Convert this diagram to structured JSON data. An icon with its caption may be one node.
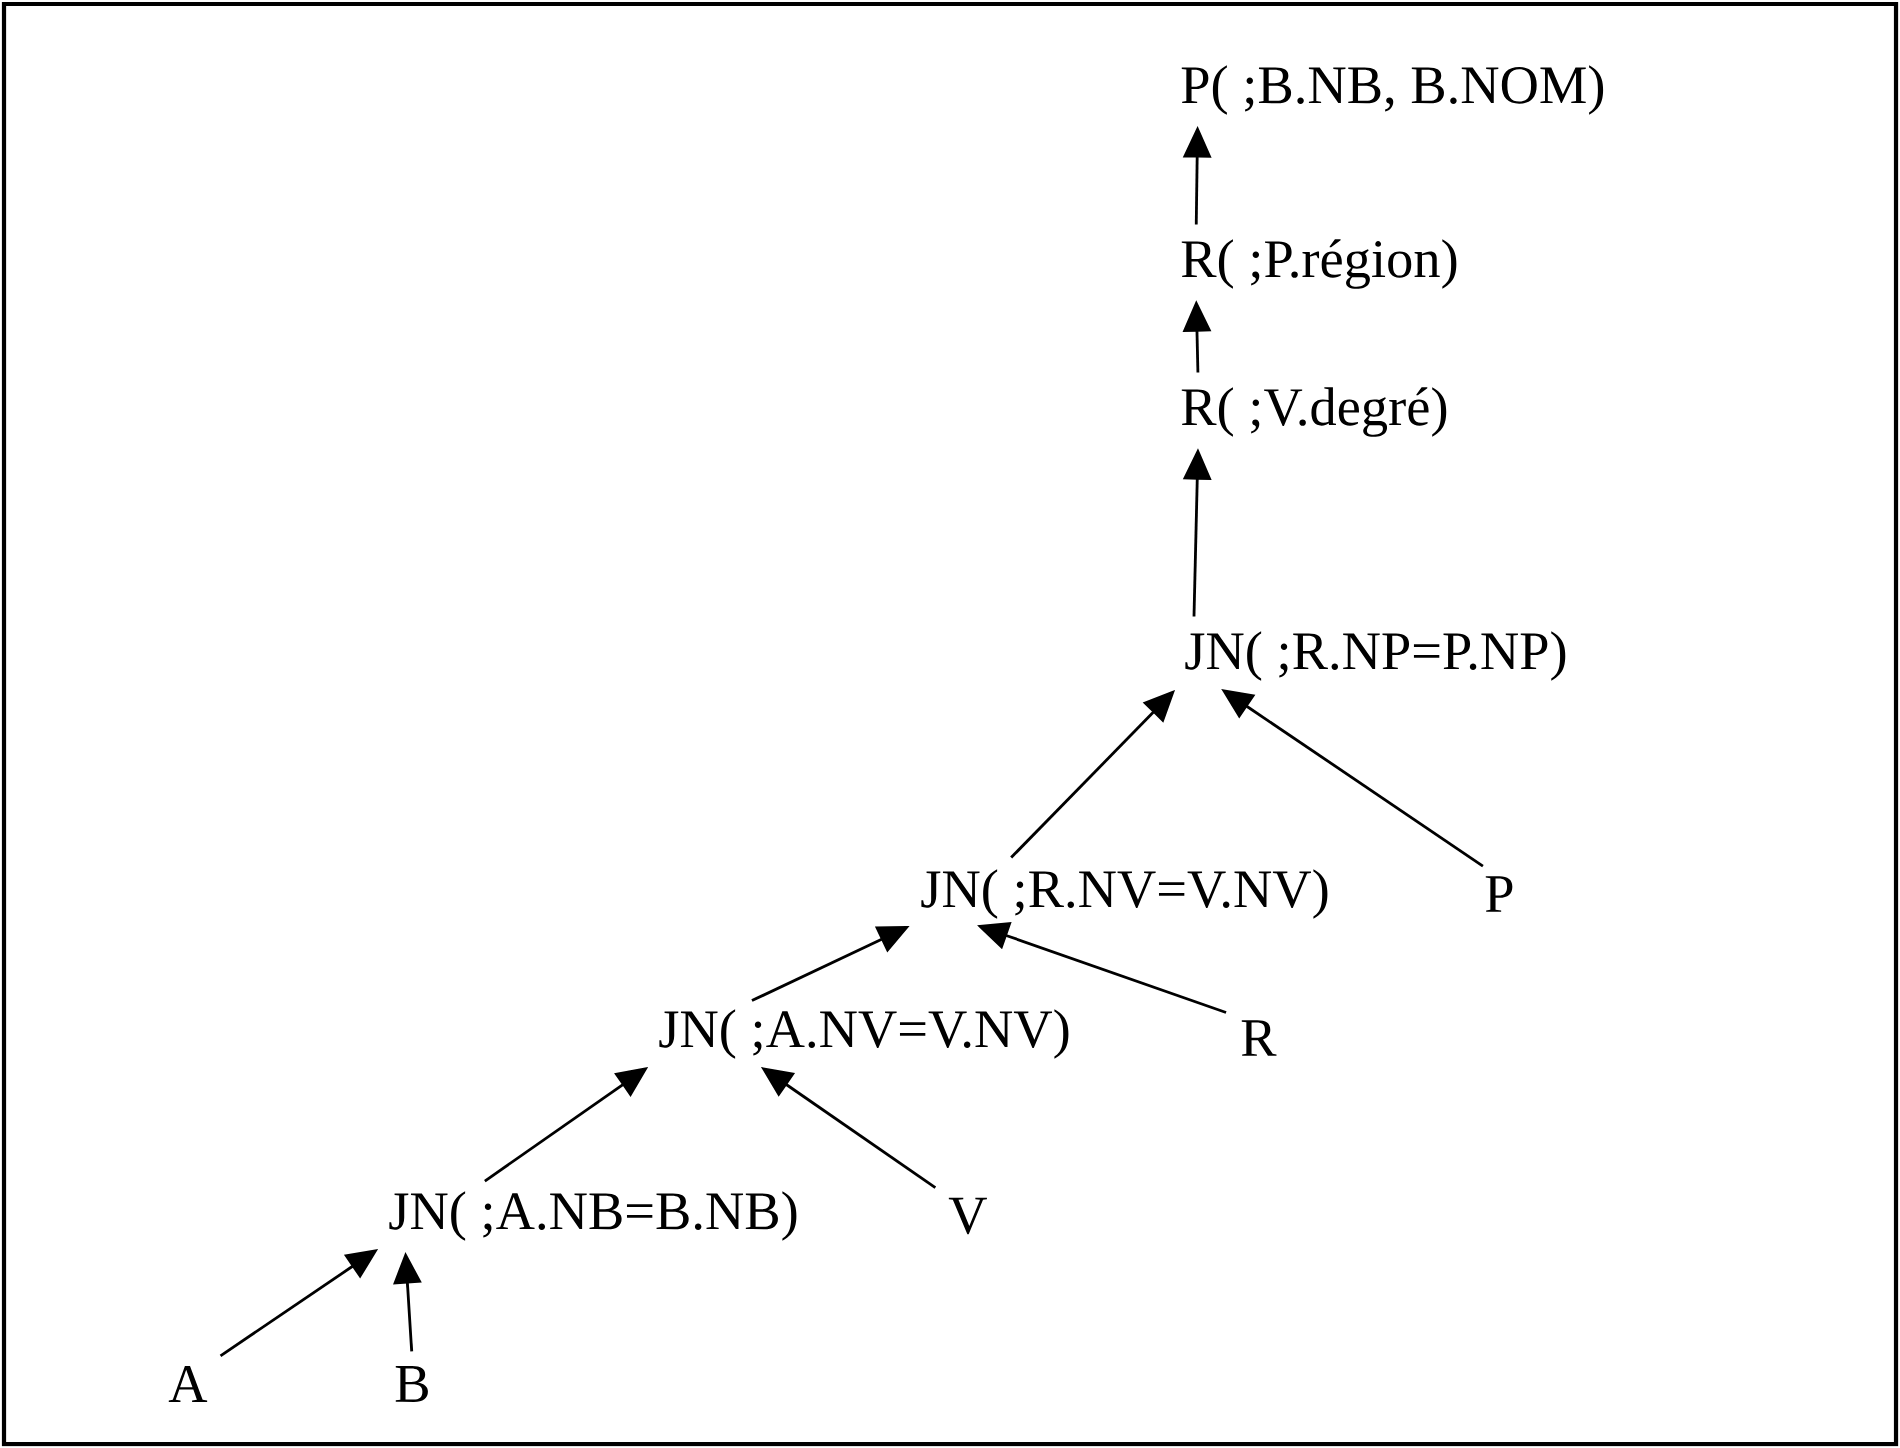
{
  "diagram": {
    "nodes": [
      {
        "text": [
          "P( ;B.NB, B.NOM)"
        ]
      },
      {
        "text": [
          "R( ;P.région)"
        ]
      },
      {
        "text": [
          "R( ;V.degré)"
        ]
      },
      {
        "text": [
          "JN( ;R.NP=P.NP)"
        ]
      },
      {
        "text": [
          "JN( ;R.NV=V.NV)"
        ]
      },
      {
        "text": [
          "P"
        ]
      },
      {
        "text": [
          "JN( ;A.NV=V.NV)"
        ]
      },
      {
        "text": [
          "R"
        ]
      },
      {
        "text": [
          "JN( ;A.NB=B.NB)"
        ]
      },
      {
        "text": [
          "V"
        ]
      },
      {
        "text": [
          "A"
        ]
      },
      {
        "text": [
          "B"
        ]
      }
    ],
    "edges": [
      {
        "from": 1,
        "to": 0,
        "arrow": "to"
      },
      {
        "from": 2,
        "to": 1,
        "arrow": "to"
      },
      {
        "from": 3,
        "to": 2,
        "arrow": "to"
      },
      {
        "from": 4,
        "to": 3,
        "arrow": "to"
      },
      {
        "from": 5,
        "to": 3,
        "arrow": "to"
      },
      {
        "from": 6,
        "to": 4,
        "arrow": "to"
      },
      {
        "from": 7,
        "to": 4,
        "arrow": "to"
      },
      {
        "from": 8,
        "to": 6,
        "arrow": "to"
      },
      {
        "from": 9,
        "to": 6,
        "arrow": "to"
      },
      {
        "from": 10,
        "to": 8,
        "arrow": "to"
      },
      {
        "from": 11,
        "to": 8,
        "arrow": "to"
      }
    ]
  }
}
